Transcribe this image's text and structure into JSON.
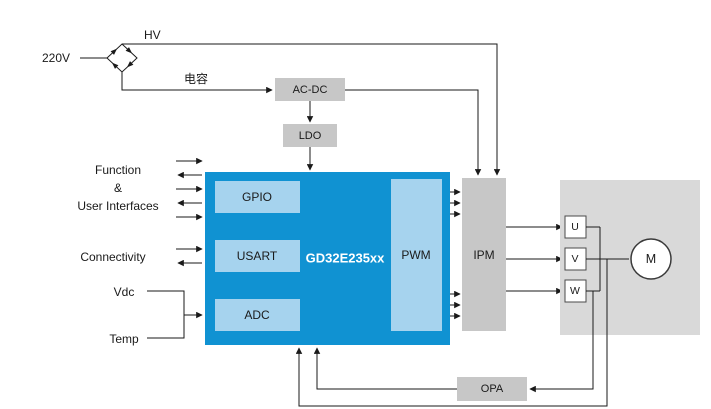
{
  "diagram": {
    "labels": {
      "mains": "220V",
      "hv": "HV",
      "capacitor": "电容",
      "function_line1": "Function",
      "function_line2": "&",
      "function_line3": "User Interfaces",
      "connectivity": "Connectivity",
      "vdc": "Vdc",
      "temp": "Temp"
    },
    "blocks": {
      "acdc": "AC-DC",
      "ldo": "LDO",
      "mcu": "GD32E235xx",
      "gpio": "GPIO",
      "usart": "USART",
      "adc": "ADC",
      "pwm": "PWM",
      "ipm": "IPM",
      "opa": "OPA",
      "phase_u": "U",
      "phase_v": "V",
      "phase_w": "W",
      "motor": "M"
    },
    "colors": {
      "mcu_blue": "#1092d2",
      "module_blue": "#a6d3ee",
      "gray_block": "#c7c7c7",
      "inverter_gray": "#d9d9d9"
    }
  }
}
